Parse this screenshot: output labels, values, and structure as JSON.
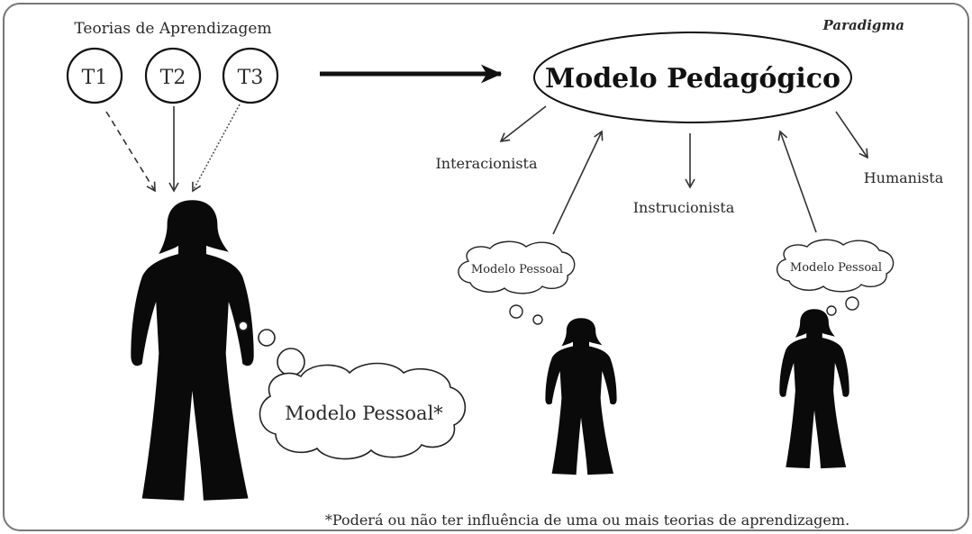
{
  "header": {
    "learning_theories_label": "Teorias de Aprendizagem",
    "paradigm_label": "Paradigma"
  },
  "theories": [
    "T1",
    "T2",
    "T3"
  ],
  "central_model": "Modelo Pedagógico",
  "approaches": {
    "left": "Interacionista",
    "center": "Instrucionista",
    "right": "Humanista"
  },
  "personal_models": {
    "large": "Modelo Pessoal*",
    "small_left": "Modelo Pessoal",
    "small_right": "Modelo Pessoal"
  },
  "footnote": "*Poderá ou não ter influência de uma ou mais teorias de aprendizagem."
}
